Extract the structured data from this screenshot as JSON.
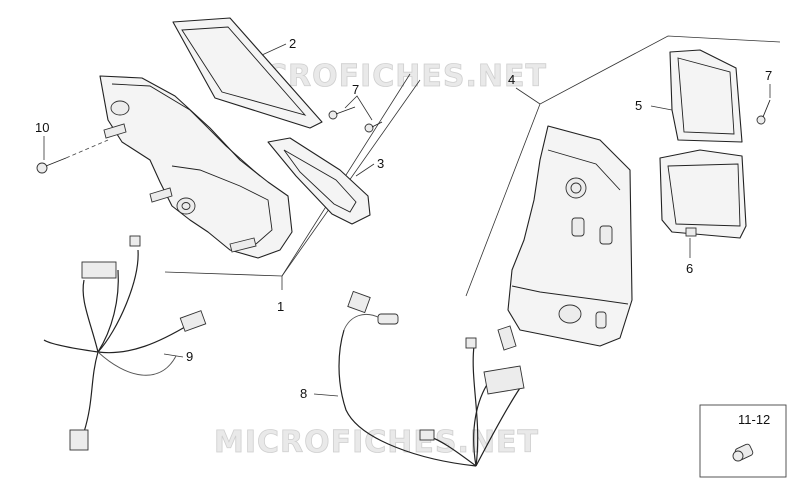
{
  "watermarks": [
    "MICROFICHES.NET",
    "MICROFICHES.NET"
  ],
  "callouts": {
    "c1": "1",
    "c2": "2",
    "c3": "3",
    "c4": "4",
    "c5": "5",
    "c6": "6",
    "c7a": "7",
    "c7b": "7",
    "c8": "8",
    "c9": "9",
    "c10": "10",
    "c11_12": "11-12"
  }
}
